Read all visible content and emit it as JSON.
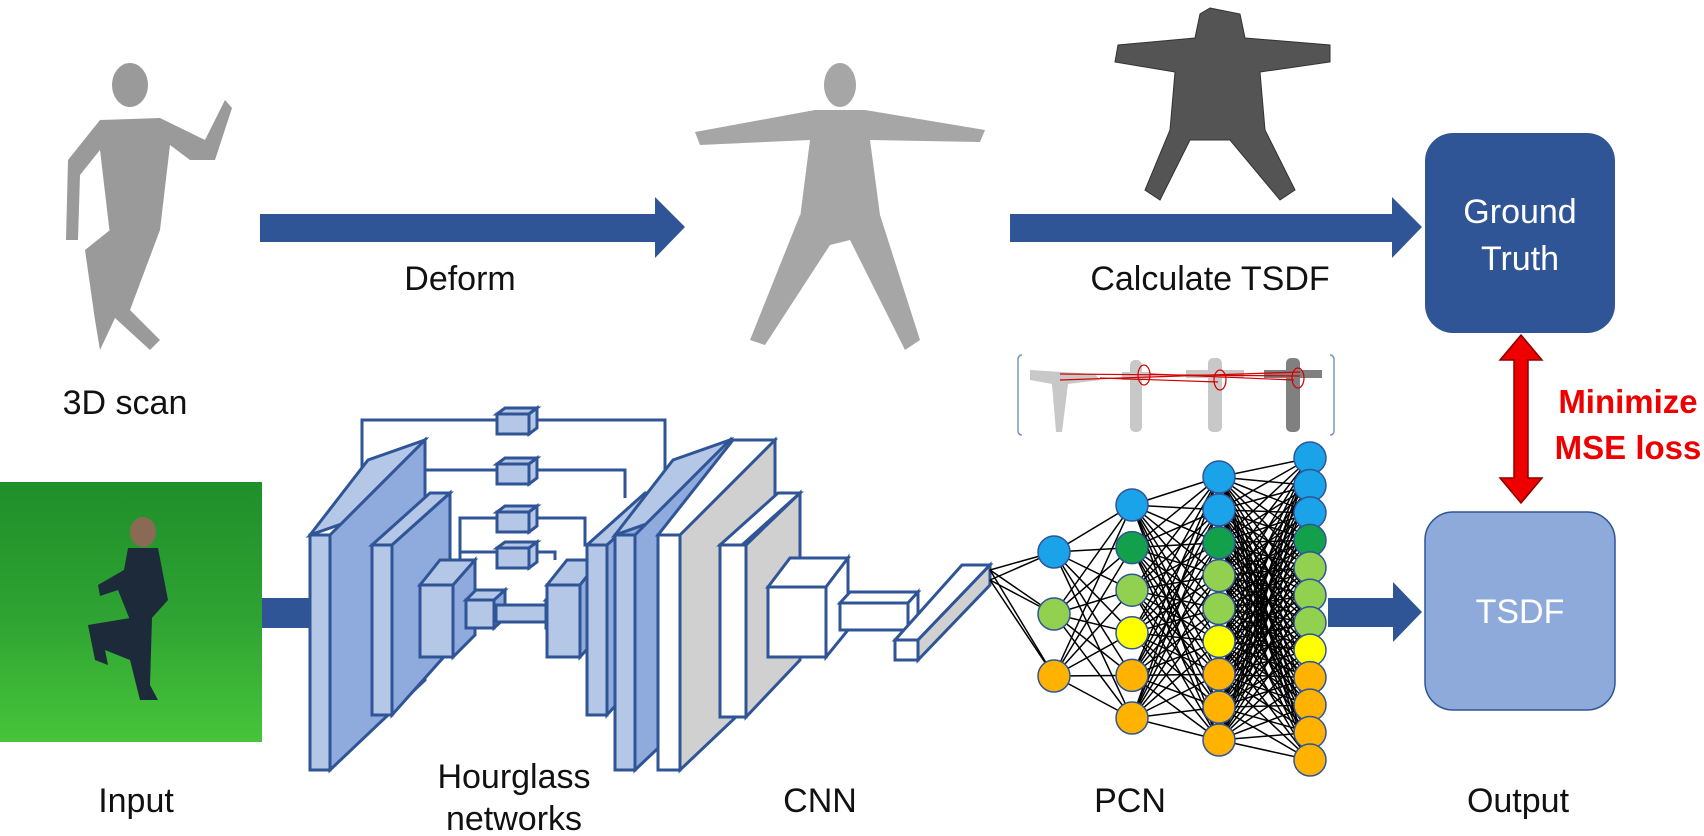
{
  "labels": {
    "scan": "3D scan",
    "deform": "Deform",
    "calc_tsdf": "Calculate TSDF",
    "input": "Input",
    "hourglass_line1": "Hourglass",
    "hourglass_line2": "networks",
    "cnn": "CNN",
    "pcn": "PCN",
    "output": "Output"
  },
  "ground_truth": {
    "line1": "Ground",
    "line2": "Truth"
  },
  "output_box": {
    "label": "TSDF"
  },
  "loss": {
    "line1": "Minimize",
    "line2": "MSE loss"
  },
  "pcn_layers": [
    [
      "blue",
      "green",
      "orange"
    ],
    [
      "blue",
      "dkgreen",
      "green",
      "yellow",
      "orange",
      "orange"
    ],
    [
      "blue",
      "blue",
      "dkgreen",
      "green",
      "green",
      "yellow",
      "orange",
      "orange",
      "orange"
    ],
    [
      "blue",
      "blue",
      "blue",
      "dkgreen",
      "green",
      "green",
      "green",
      "yellow",
      "orange",
      "orange",
      "orange",
      "orange"
    ]
  ],
  "colors": {
    "arrow": "#2f5597",
    "ground_truth_box": "#2f5597",
    "output_box": "#8eaadb",
    "loss": "#ee0000",
    "layer_fill": "#b4c7e7",
    "layer_stroke": "#2f5597",
    "green_screen": "#3cb43c",
    "node_blue": "#1aa3e8",
    "node_dkgreen": "#12a04a",
    "node_green": "#92d050",
    "node_yellow": "#ffff00",
    "node_orange": "#ffb300"
  }
}
